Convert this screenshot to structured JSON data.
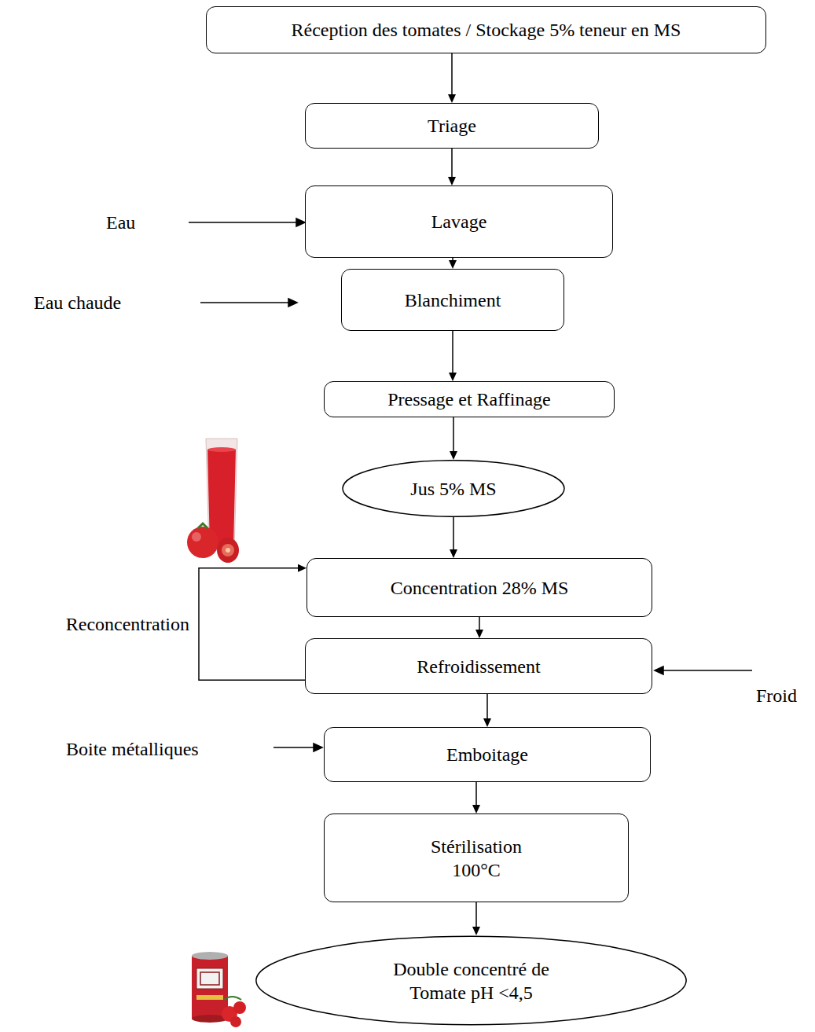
{
  "diagram": {
    "nodes": [
      {
        "text": [
          "Réception des tomates / Stockage 5% teneur en MS"
        ]
      },
      {
        "text": [
          "Triage"
        ]
      },
      {
        "text": [
          "Lavage"
        ]
      },
      {
        "text": [
          "Blanchiment"
        ]
      },
      {
        "text": [
          "Pressage et Raffinage"
        ]
      },
      {
        "text": [
          "Jus 5% MS"
        ]
      },
      {
        "text": [
          "Concentration 28% MS"
        ]
      },
      {
        "text": [
          "Refroidissement"
        ]
      },
      {
        "text": [
          "Emboitage"
        ]
      },
      {
        "text": [
          "Stérilisation 100°C"
        ]
      },
      {
        "text": [
          "Double concentré de Tomate pH <4,5"
        ]
      }
    ],
    "edges": [
      {
        "from": 0,
        "to": 1,
        "arrow": "to"
      },
      {
        "from": 1,
        "to": 2,
        "arrow": "to"
      },
      {
        "from": 2,
        "to": 3,
        "arrow": "to"
      },
      {
        "from": 3,
        "to": 4,
        "arrow": "to"
      },
      {
        "from": 4,
        "to": 5,
        "arrow": "to"
      },
      {
        "from": 5,
        "to": 6,
        "arrow": "to"
      },
      {
        "from": 6,
        "to": 7,
        "arrow": "to"
      },
      {
        "from": 7,
        "to": 8,
        "arrow": "to"
      },
      {
        "from": 8,
        "to": 9,
        "arrow": "to"
      },
      {
        "from": 9,
        "to": 10,
        "arrow": "to"
      },
      {
        "from": 7,
        "to": 6,
        "label": "Reconcentration",
        "arrow": "to"
      }
    ],
    "labels": [
      "Eau",
      "Eau chaude",
      "Froid",
      "Boite métalliques"
    ]
  }
}
